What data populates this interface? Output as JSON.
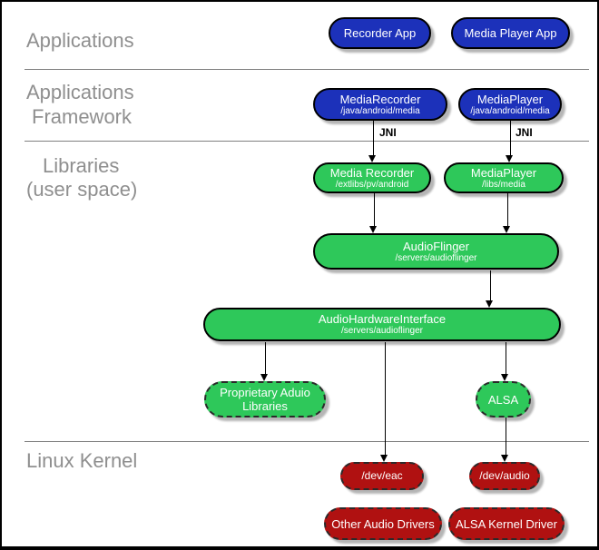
{
  "layers": {
    "applications": "Applications",
    "framework_line1": "Applications",
    "framework_line2": "Framework",
    "libraries_line1": "Libraries",
    "libraries_line2": "(user space)",
    "kernel": "Linux Kernel"
  },
  "nodes": {
    "recorder_app": {
      "label": "Recorder App"
    },
    "media_player_app": {
      "label": "Media Player App"
    },
    "media_recorder_fw": {
      "label": "MediaRecorder",
      "sublabel": "/java/android/media"
    },
    "media_player_fw": {
      "label": "MediaPlayer",
      "sublabel": "/java/android/media"
    },
    "media_recorder_lib": {
      "label": "Media Recorder",
      "sublabel": "/extlibs/pv/android"
    },
    "media_player_lib": {
      "label": "MediaPlayer",
      "sublabel": "/libs/media"
    },
    "audioflinger": {
      "label": "AudioFlinger",
      "sublabel": "/servers/audioflinger"
    },
    "audio_hardware_interface": {
      "label": "AudioHardwareInterface",
      "sublabel": "/servers/audioflinger"
    },
    "proprietary_audio_libs": {
      "label": "Proprietary Aduio Libraries"
    },
    "alsa": {
      "label": "ALSA"
    },
    "dev_eac": {
      "label": "/dev/eac"
    },
    "dev_audio": {
      "label": "/dev/audio"
    },
    "other_audio_drivers": {
      "label": "Other Audio Drivers"
    },
    "alsa_kernel_driver": {
      "label": "ALSA Kernel Driver"
    }
  },
  "annotations": {
    "jni_left": "JNI",
    "jni_right": "JNI"
  },
  "colors": {
    "app_blue": "#1c31ba",
    "lib_green": "#2ec85a",
    "kernel_red": "#b01111",
    "shadow": "#b5b5b5",
    "label_gray": "#8f8f8f",
    "divider_gray": "#808080"
  }
}
